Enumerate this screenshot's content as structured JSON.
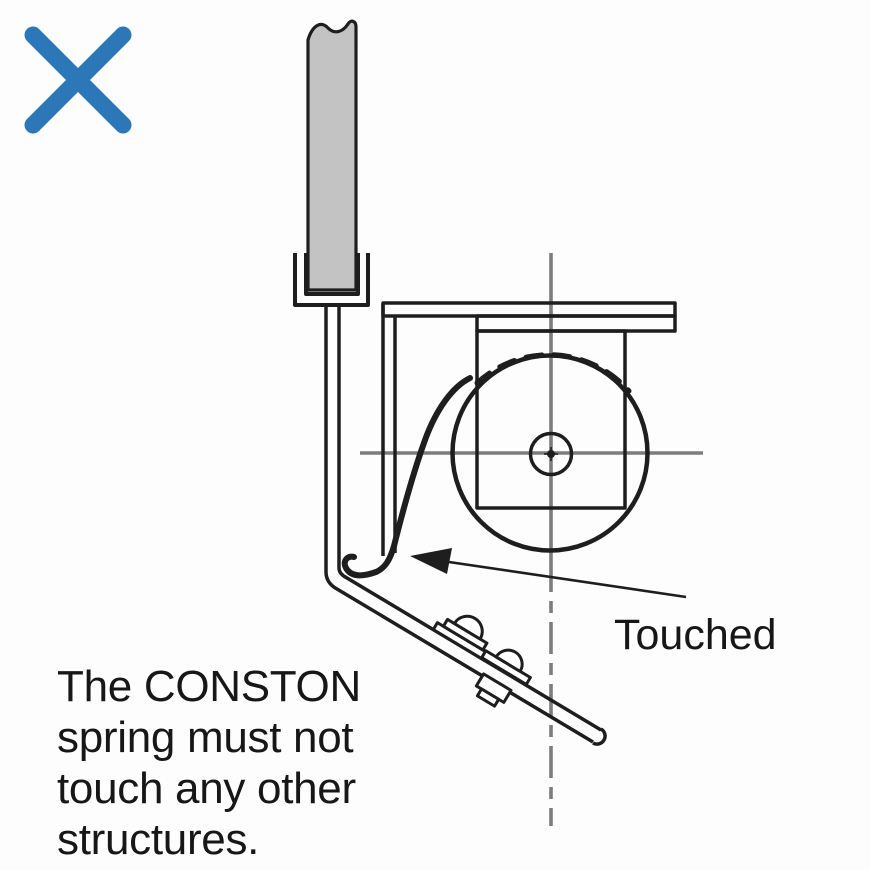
{
  "figure": {
    "alt": "Incorrect example: CONSTON spring end touching the mounting bracket"
  },
  "status_icon": {
    "name": "x-mark",
    "color": "#2b77b7"
  },
  "annotation": {
    "label": "Touched"
  },
  "caption": {
    "lines": [
      "The CONSTON",
      "spring must not",
      "touch any other",
      "structures."
    ]
  },
  "colors": {
    "line": "#1e1e1e",
    "centerline": "#7d7d7d",
    "rod_fill": "#c3c3c3",
    "x_mark": "#2b77b7",
    "text": "#171717",
    "background": "#fdfdfd"
  }
}
